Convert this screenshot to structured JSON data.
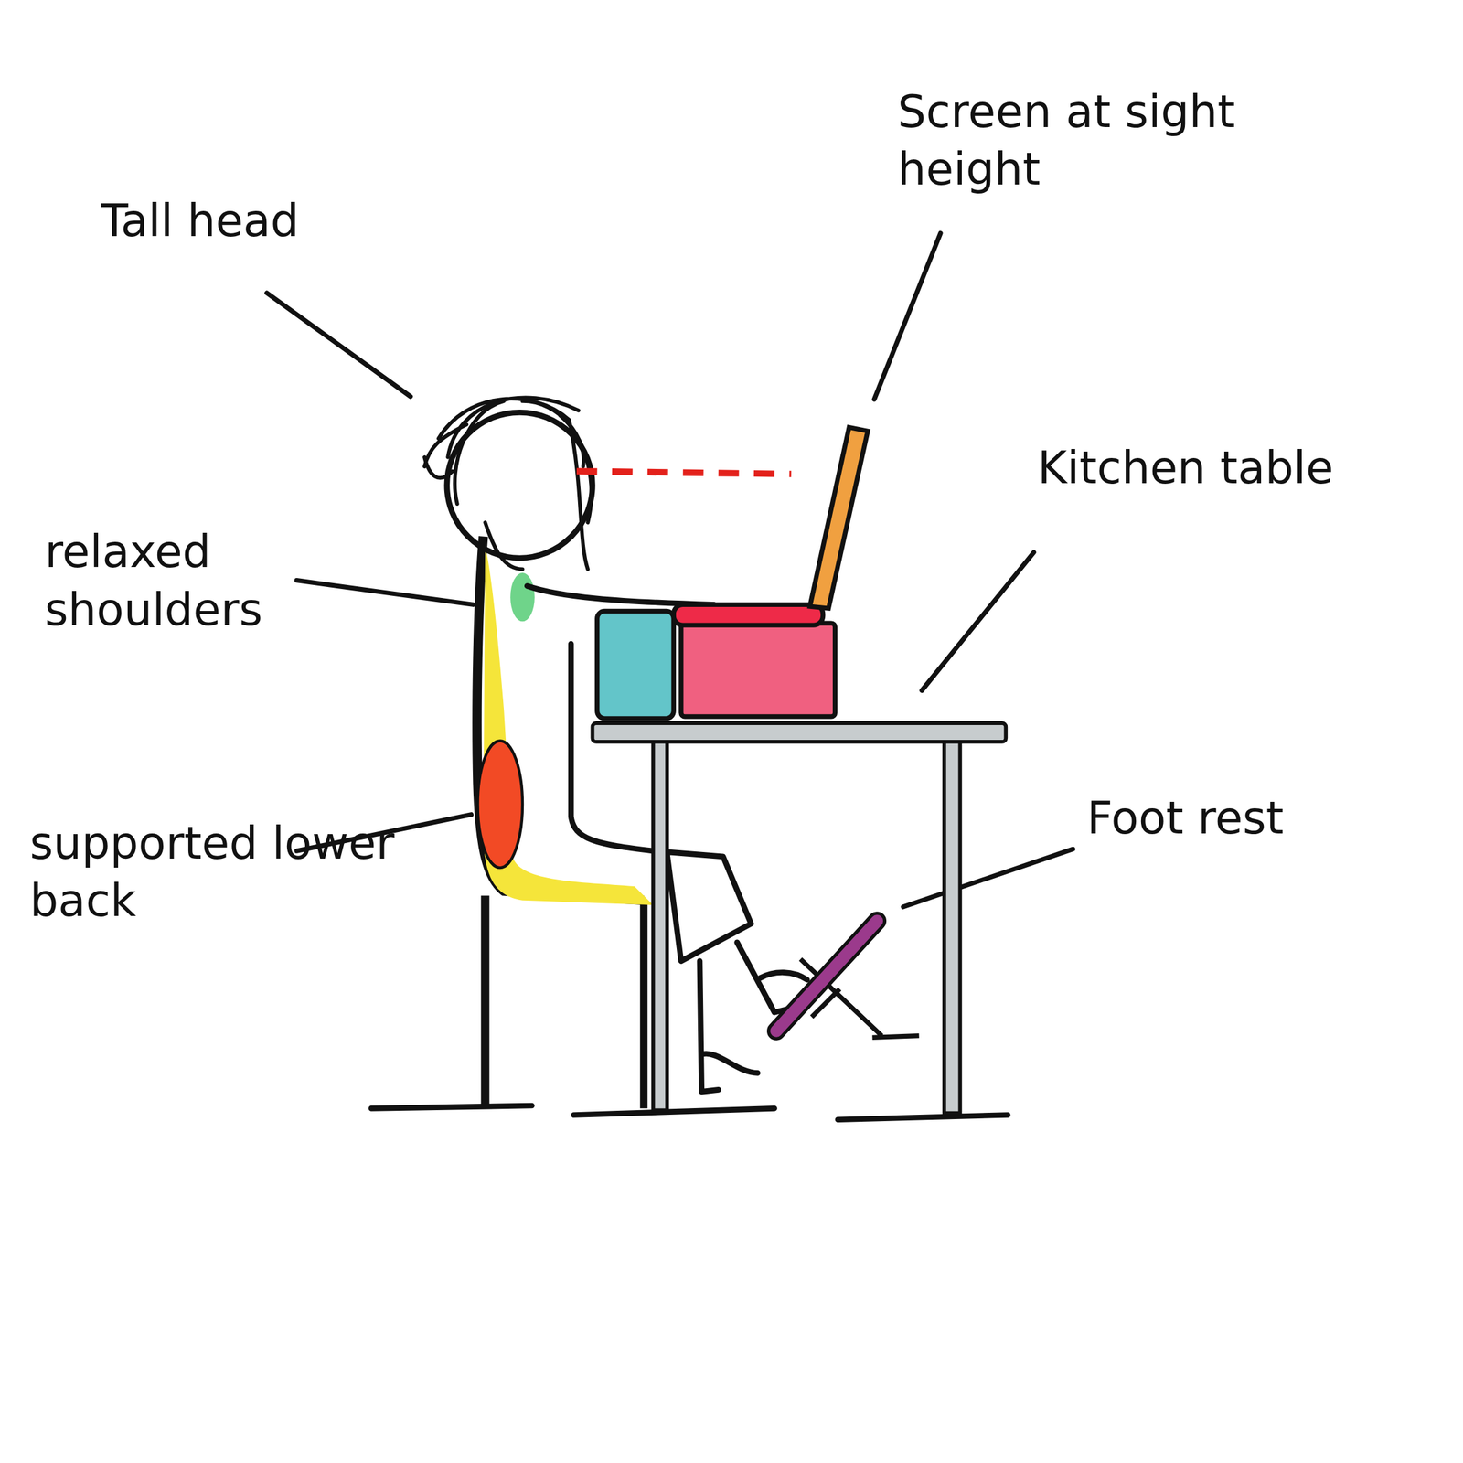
{
  "diagram": {
    "labels": [
      "Tall head",
      "Screen at sight height",
      "relaxed shoulders",
      "supported lower back",
      "Kitchen table",
      "Foot rest"
    ]
  }
}
